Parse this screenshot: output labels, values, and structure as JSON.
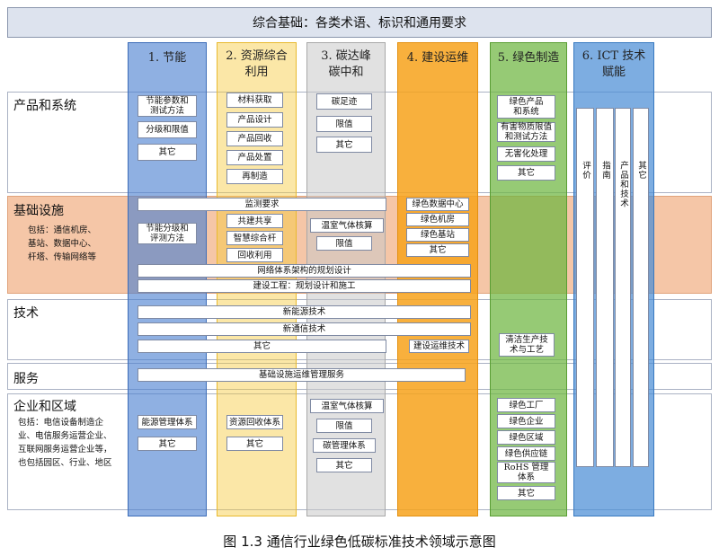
{
  "banner": "综合基础：各类术语、标识和通用要求",
  "rows": {
    "products": {
      "title": "产品和系统"
    },
    "infra": {
      "title": "基础设施",
      "note": "包括：通信机房、\n基站、数据中心、\n杆塔、传输网络等"
    },
    "tech": {
      "title": "技术"
    },
    "service": {
      "title": "服务"
    },
    "enterprise": {
      "title": "企业和区域",
      "note": "包括：电信设备制造企\n业、电信服务运营企业、\n互联网服务运营企业等，\n也包括园区、行业、地区"
    }
  },
  "columns": [
    {
      "title": "1. 节能",
      "color": "#4a7fd0"
    },
    {
      "title": "2. 资源综合\n利用",
      "color": "#f6c93b"
    },
    {
      "title": "3. 碳达峰\n碳中和",
      "color": "#c8c8c8"
    },
    {
      "title": "4. 建设运维",
      "color": "#f7a21b"
    },
    {
      "title": "5. 绿色制造",
      "color": "#6db640"
    },
    {
      "title": "6. ICT 技术\n赋能",
      "color": "#4b8ed6"
    }
  ],
  "boxes": {
    "c1_p1": "节能参数和\n测试方法",
    "c1_p2": "分级和限值",
    "c1_p3": "其它",
    "c2_p1": "材料获取",
    "c2_p2": "产品设计",
    "c2_p3": "产品回收",
    "c2_p4": "产品处置",
    "c2_p5": "再制造",
    "c3_p1": "碳足迹",
    "c3_p2": "限值",
    "c3_p3": "其它",
    "c5_p1": "绿色产品\n和系统",
    "c5_p2": "有害物质限值\n和测试方法",
    "c5_p3": "无害化处理",
    "c5_p4": "其它",
    "infra_monitor": "监测要求",
    "c1_i1": "节能分级和\n评测方法",
    "c2_i1": "共建共享",
    "c2_i2": "智慧综合杆",
    "c2_i3": "回收利用",
    "c3_i1": "温室气体核算",
    "c3_i2": "限值",
    "c4_i1": "绿色数据中心",
    "c4_i2": "绿色机房",
    "c4_i3": "绿色基站",
    "c4_i4": "其它",
    "infra_network": "网络体系架构的规划设计",
    "infra_construction": "建设工程：规划设计和施工",
    "tech_newenergy": "新能源技术",
    "tech_newcomm": "新通信技术",
    "tech_other": "其它",
    "c4_t1": "建设运维技术",
    "c5_t1": "清洁生产技\n术与工艺",
    "service_infra": "基础设施运维管理服务",
    "c1_e1": "能源管理体系",
    "c1_e2": "其它",
    "c2_e1": "资源回收体系",
    "c2_e2": "其它",
    "c3_e1": "温室气体核算",
    "c3_e2": "限值",
    "c3_e3": "碳管理体系",
    "c3_e4": "其它",
    "c5_e1": "绿色工厂",
    "c5_e2": "绿色企业",
    "c5_e3": "绿色区域",
    "c5_e4": "绿色供应链",
    "c5_e5": "RoHS 管理\n体系",
    "c5_e6": "其它"
  },
  "ict": [
    "评价",
    "指南",
    "产品和技术",
    "其它"
  ],
  "caption": "图 1.3  通信行业绿色低碳标准技术领域示意图"
}
